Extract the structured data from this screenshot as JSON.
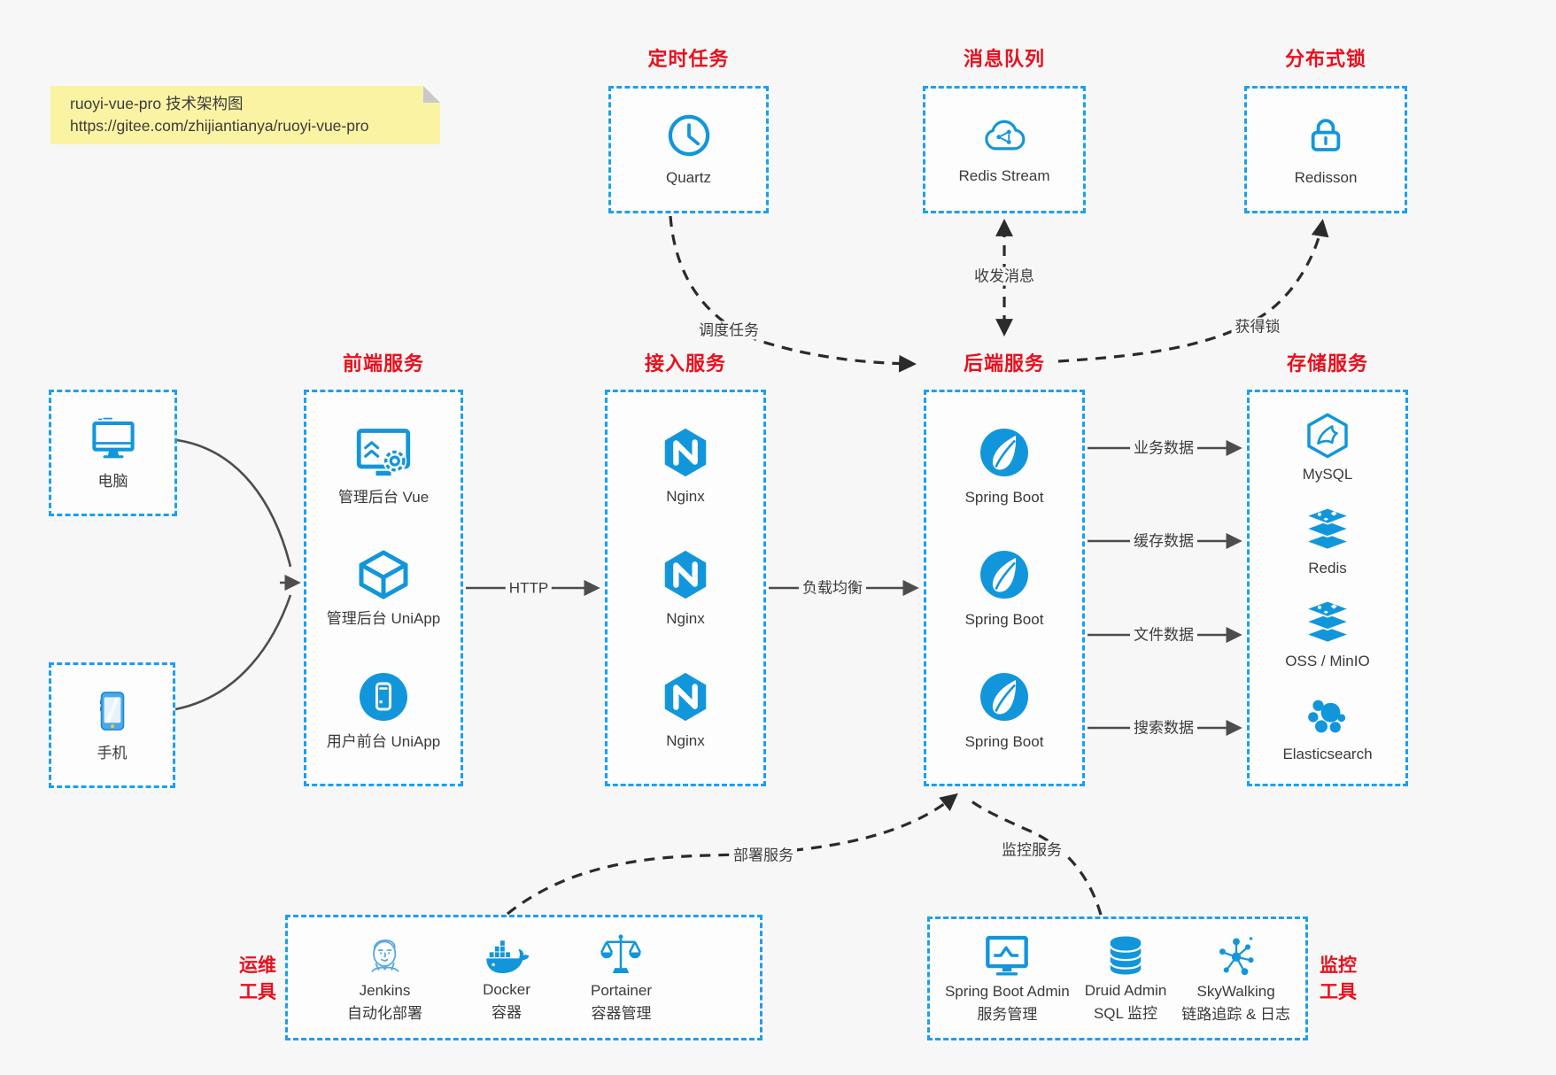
{
  "note": {
    "line1": "ruoyi-vue-pro 技术架构图",
    "line2": "https://gitee.com/zhijiantianya/ruoyi-vue-pro"
  },
  "groups": {
    "scheduler": {
      "title": "定时任务",
      "item": {
        "icon": "clock-icon",
        "label": "Quartz"
      }
    },
    "mq": {
      "title": "消息队列",
      "item": {
        "icon": "cloud-message-icon",
        "label": "Redis Stream"
      }
    },
    "lock": {
      "title": "分布式锁",
      "item": {
        "icon": "lock-icon",
        "label": "Redisson"
      }
    },
    "clients": {
      "pc": {
        "icon": "desktop-icon",
        "label": "电脑"
      },
      "mobile": {
        "icon": "smartphone-icon",
        "label": "手机"
      }
    },
    "frontend": {
      "title": "前端服务",
      "items": [
        {
          "icon": "admin-vue-icon",
          "label": "管理后台 Vue"
        },
        {
          "icon": "uniapp-cube-icon",
          "label": "管理后台 UniApp"
        },
        {
          "icon": "user-app-icon",
          "label": "用户前台 UniApp"
        }
      ]
    },
    "gateway": {
      "title": "接入服务",
      "items": [
        {
          "icon": "nginx-icon",
          "label": "Nginx"
        },
        {
          "icon": "nginx-icon",
          "label": "Nginx"
        },
        {
          "icon": "nginx-icon",
          "label": "Nginx"
        }
      ]
    },
    "backend": {
      "title": "后端服务",
      "items": [
        {
          "icon": "spring-boot-icon",
          "label": "Spring Boot"
        },
        {
          "icon": "spring-boot-icon",
          "label": "Spring Boot"
        },
        {
          "icon": "spring-boot-icon",
          "label": "Spring Boot"
        }
      ]
    },
    "storage": {
      "title": "存储服务",
      "items": [
        {
          "icon": "mysql-icon",
          "label": "MySQL"
        },
        {
          "icon": "redis-icon",
          "label": "Redis"
        },
        {
          "icon": "storage-stack-icon",
          "label": "OSS / MinIO"
        },
        {
          "icon": "elasticsearch-icon",
          "label": "Elasticsearch"
        }
      ]
    },
    "devops": {
      "title_line1": "运维",
      "title_line2": "工具",
      "items": [
        {
          "icon": "jenkins-icon",
          "label": "Jenkins",
          "sublabel": "自动化部署"
        },
        {
          "icon": "docker-icon",
          "label": "Docker",
          "sublabel": "容器"
        },
        {
          "icon": "portainer-icon",
          "label": "Portainer",
          "sublabel": "容器管理"
        }
      ]
    },
    "monitoring": {
      "title_line1": "监控",
      "title_line2": "工具",
      "items": [
        {
          "icon": "spring-boot-admin-icon",
          "label": "Spring Boot Admin",
          "sublabel": "服务管理"
        },
        {
          "icon": "druid-icon",
          "label": "Druid Admin",
          "sublabel": "SQL 监控"
        },
        {
          "icon": "skywalking-icon",
          "label": "SkyWalking",
          "sublabel": "链路追踪 & 日志"
        }
      ]
    }
  },
  "edges": {
    "schedule": "调度任务",
    "message": "收发消息",
    "acquire_lock": "获得锁",
    "http": "HTTP",
    "load_balance": "负载均衡",
    "business_data": "业务数据",
    "cache_data": "缓存数据",
    "file_data": "文件数据",
    "search_data": "搜索数据",
    "deploy": "部署服务",
    "monitor": "监控服务"
  },
  "colors": {
    "accent_blue": "#1a9ff2",
    "icon_blue": "#1296db",
    "title_red": "#e8101e",
    "note_bg": "#fbf3a4",
    "background": "#f7f7f7"
  }
}
